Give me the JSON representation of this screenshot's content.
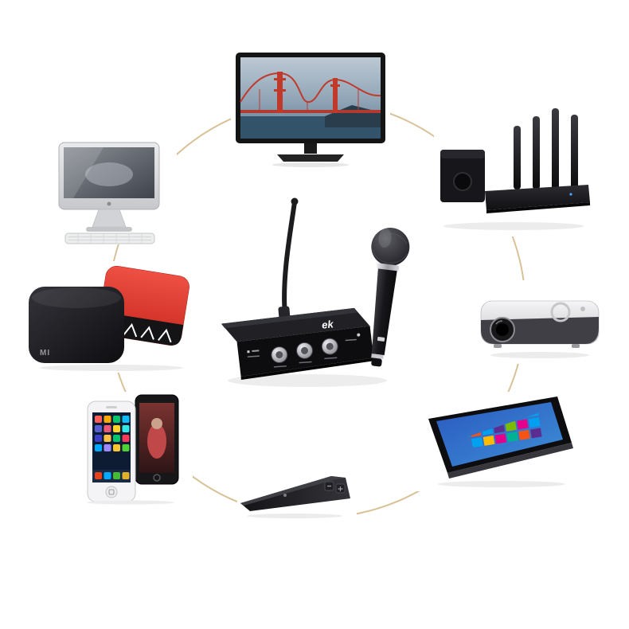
{
  "page": {
    "background_color": "#ffffff"
  },
  "diagram": {
    "type": "compatibility-ring",
    "circle_color": "#d8c196",
    "center_device": {
      "name": "wireless-karaoke-receiver-with-microphone",
      "logo": "ek"
    },
    "devices": [
      {
        "id": "tv",
        "name": "flat-screen-tv",
        "position": "top"
      },
      {
        "id": "home-theater",
        "name": "home-theater-speakers",
        "position": "top-right"
      },
      {
        "id": "projector",
        "name": "video-projector",
        "position": "right"
      },
      {
        "id": "tablet",
        "name": "windows-tablet",
        "position": "bottom-right"
      },
      {
        "id": "soundbar",
        "name": "portable-speaker",
        "position": "bottom"
      },
      {
        "id": "smartphones",
        "name": "smartphones",
        "position": "bottom-left"
      },
      {
        "id": "tv-box",
        "name": "tv-set-top-boxes",
        "position": "left",
        "logo": "MI"
      },
      {
        "id": "imac",
        "name": "desktop-computer",
        "position": "top-left"
      }
    ]
  }
}
